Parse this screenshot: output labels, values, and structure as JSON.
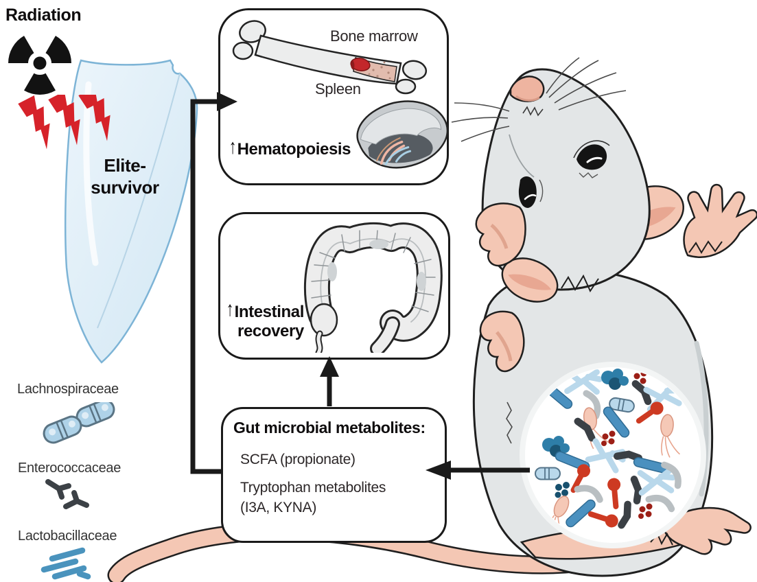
{
  "figure": {
    "description_note": "Gut microbiota of elite-survivor mice supports radiation recovery"
  },
  "colors": {
    "outline_black": "#1a1a1a",
    "text_dark": "#231f20",
    "radiation_red": "#d6222a",
    "shield_fill_light": "#ecf5fb",
    "shield_fill_dark": "#d2e7f4",
    "shield_border": "#7db4d6",
    "mouse_gray": "#e3e6e7",
    "mouse_gray_shade": "#d3d8da",
    "mouse_pink": "#f4c7b4",
    "mouse_pink_shade": "#e8a792",
    "marrow_red": "#c3272b",
    "marrow_tan": "#e2bcae",
    "organ_gray": "#c7cbce",
    "bacteria_blue": "#4a90bf",
    "bacteria_lightblue": "#b9d8eb",
    "bacteria_dark": "#3b4045",
    "bacteria_red": "#cd3a22",
    "bacteria_teal": "#2e7ea8",
    "bacteria_darkred": "#9c1f16",
    "bacteria_pink": "#f5c8b6",
    "bacteria_gray": "#b9bfc2"
  },
  "radiation": {
    "label": "Radiation",
    "icon": "radiation-trefoil-icon",
    "bolts_icon": "lightning-bolt-icon"
  },
  "survivor": {
    "icon": "elite-survivor-shield",
    "line1": "Elite-",
    "line2": "survivor"
  },
  "boxes": {
    "hematopoiesis": {
      "organ1_label": "Bone marrow",
      "organ1_icon": "bone-illustration",
      "organ2_label": "Spleen",
      "organ2_icon": "spleen-illustration",
      "arrow_glyph": "↑",
      "label": "Hematopoiesis"
    },
    "intestinal": {
      "icon": "intestine-illustration",
      "arrow_glyph": "↑",
      "line1": "Intestinal",
      "line2": "recovery"
    },
    "metabolites": {
      "title": "Gut microbial metabolites:",
      "items": [
        "SCFA (propionate)",
        "Tryptophan metabolites",
        "(I3A, KYNA)"
      ]
    }
  },
  "legend": {
    "items": [
      {
        "label": "Lachnospiraceae",
        "icon": "lachnospiraceae-bacteria-icon"
      },
      {
        "label": "Enterococcaceae",
        "icon": "enterococcaceae-bacteria-icon"
      },
      {
        "label": "Lactobacillaceae",
        "icon": "lactobacillaceae-bacteria-icon"
      }
    ]
  },
  "mouse": {
    "icon": "mouse-illustration",
    "microbiome_icon": "gut-microbiome-circle"
  }
}
